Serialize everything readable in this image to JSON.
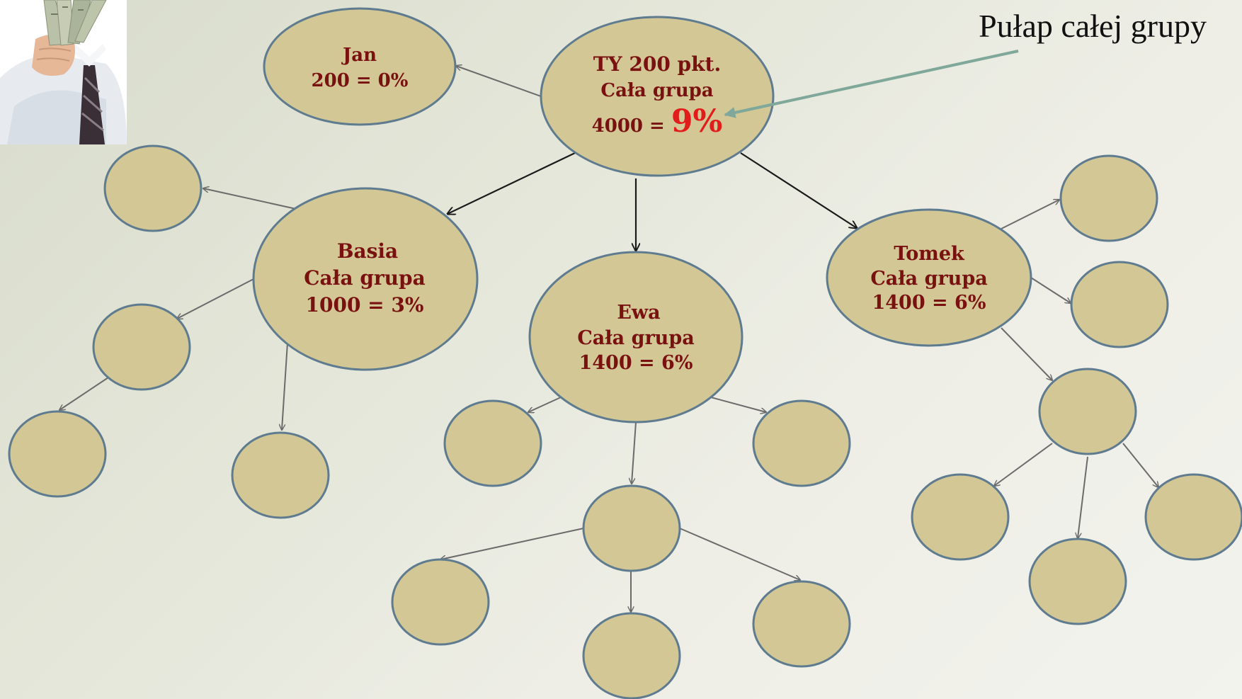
{
  "callout": {
    "text": "Pułap całej grupy"
  },
  "colors": {
    "node_fill": "#d2c795",
    "node_stroke": "#5f7b8f",
    "label_text": "#7a1111",
    "highlight_percent": "#e21b1b",
    "callout_arrow": "#7fa89a"
  },
  "icons": {
    "photo": "man-holding-money-icon"
  },
  "nodes": {
    "root": {
      "line1": "TY 200 pkt.",
      "line2": "Cała grupa",
      "line3_prefix": "4000 = ",
      "line3_percent": "9%"
    },
    "jan": {
      "line1": "Jan",
      "line2": "200 = 0%"
    },
    "basia": {
      "line1": "Basia",
      "line2": "Cała grupa",
      "line3": "1000 = 3%"
    },
    "ewa": {
      "line1": "Ewa",
      "line2": "Cała grupa",
      "line3": "1400 =  6%"
    },
    "tomek": {
      "line1": "Tomek",
      "line2": "Cała grupa",
      "line3": "1400 = 6%"
    }
  }
}
